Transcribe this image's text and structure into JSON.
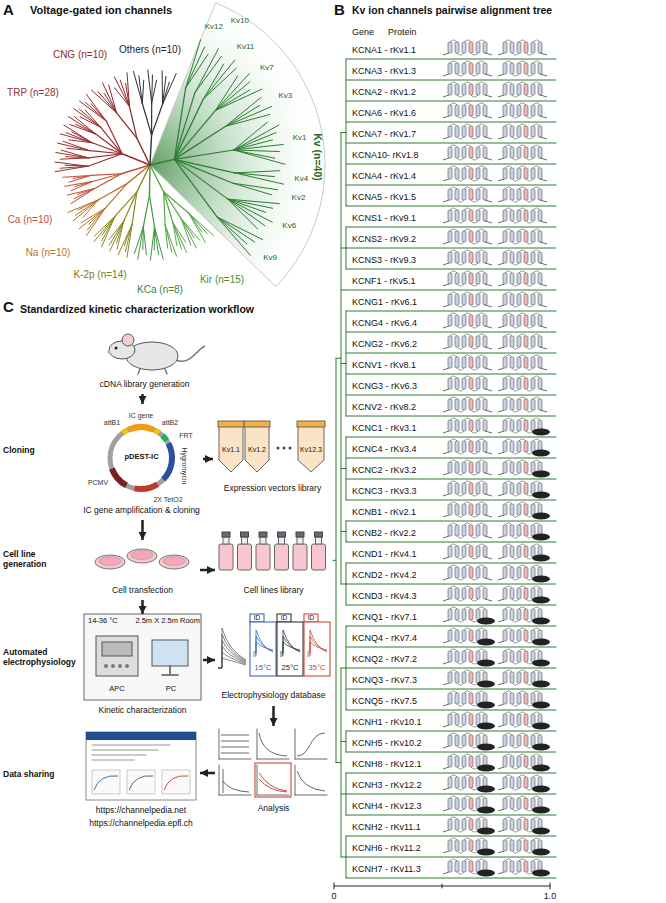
{
  "diagram": {
    "nodes": [
      {
        "text": [
          "cDNA library generation"
        ]
      },
      {
        "text": [
          "pDEST-IC",
          "IC gene amplification & cloning"
        ]
      },
      {
        "text": [
          "Kv1.1",
          "Kv1.2",
          "Kv12.3",
          "Expression vectors library"
        ]
      },
      {
        "text": [
          "Cell transfection"
        ]
      },
      {
        "text": [
          "Cell lines library"
        ]
      },
      {
        "text": [
          "14-36 °C",
          "2.5m X 2.5m Room",
          "APC",
          "PC",
          "Kinetic characterization"
        ]
      },
      {
        "text": [
          "ID",
          "ID",
          "ID",
          "15°C",
          "25°C",
          "35°C",
          "Electrophysiology database"
        ]
      },
      {
        "text": [
          "Analysis"
        ]
      },
      {
        "text": [
          "https://channelpedia.net",
          "https://channelpedia.epfl.ch"
        ]
      }
    ],
    "edges": [
      {
        "from": 0,
        "to": 1,
        "arrow": "to"
      },
      {
        "from": 1,
        "to": 2,
        "arrow": "to"
      },
      {
        "from": 1,
        "to": 3,
        "arrow": "to"
      },
      {
        "from": 3,
        "to": 4,
        "arrow": "to"
      },
      {
        "from": 3,
        "to": 5,
        "arrow": "to"
      },
      {
        "from": 5,
        "to": 6,
        "arrow": "to"
      },
      {
        "from": 6,
        "to": 7,
        "arrow": "to"
      },
      {
        "from": 7,
        "to": 8,
        "arrow": "to"
      }
    ],
    "labels": [
      "A",
      "Voltage-gated ion channels",
      "CNG (n=10)",
      "Others (n=10)",
      "TRP (n=28)",
      "Ca (n=10)",
      "Na (n=10)",
      "K-2p (n=14)",
      "KCa (n=8)",
      "Kir (n=15)",
      "Kv (n=40)",
      "Kv12",
      "Kv10",
      "Kv11",
      "Kv7",
      "Kv3",
      "Kv1",
      "Kv4",
      "Kv2",
      "Kv6",
      "Kv9",
      "B",
      "Kv ion channels pairwise alignment tree",
      "Gene",
      "Protein",
      "KCNA1 - rKv1.1",
      "KCNA3 - rKv1.3",
      "KCNA2 - rKv1.2",
      "KCNA6 - rKv1.6",
      "KCNA7 - rKv1.7",
      "KCNA10- rKv1.8",
      "KCNA4 - rKv1.4",
      "KCNA5 - rKv1.5",
      "KCNS1 - rKv9.1",
      "KCNS2 - rKv9.2",
      "KCNS3 - rKv9.3",
      "KCNF1 - rKv5.1",
      "KCNG1 - rKv6.1",
      "KCNG4 - rKv6.4",
      "KCNG2 - rKv6.2",
      "KCNV1 - rKv8.1",
      "KCNG3 - rKv6.3",
      "KCNV2 - rKv8.2",
      "KCNC1 - rKv3.1",
      "KCNC4 - rKv3.4",
      "KCNC2 - rKv3.2",
      "KCNC3 - rKv3.3",
      "KCNB1 - rKv2.1",
      "KCNB2 - rKv2.2",
      "KCND1 - rKv4.1",
      "KCND2 - rKv4.2",
      "KCND3 - rKv4.3",
      "KCNQ1 - rKv7.1",
      "KCNQ4 - rKv7.4",
      "KCNQ2 - rKv7.2",
      "KCNQ3 - rKv7.3",
      "KCNQ5 - rKv7.5",
      "KCNH1 - rKv10.1",
      "KCNH5 - rKv10.2",
      "KCNH8 - rKv12.1",
      "KCNH3 - rKv12.2",
      "KCNH4 - rKv12.3",
      "KCNH2 - rKv11.1",
      "KCNH6 - rKv11.2",
      "KCNH7 - rKv11.3",
      "0",
      "1.0",
      "C",
      "Standardized kinetic characterization workflow",
      "Cloning",
      "Cell line generation",
      "Automated electrophysiology",
      "Data sharing",
      "attB1",
      "IC gene",
      "attB2",
      "FRT",
      "Hygromycin",
      "2X TetO2",
      "PCMV"
    ]
  }
}
